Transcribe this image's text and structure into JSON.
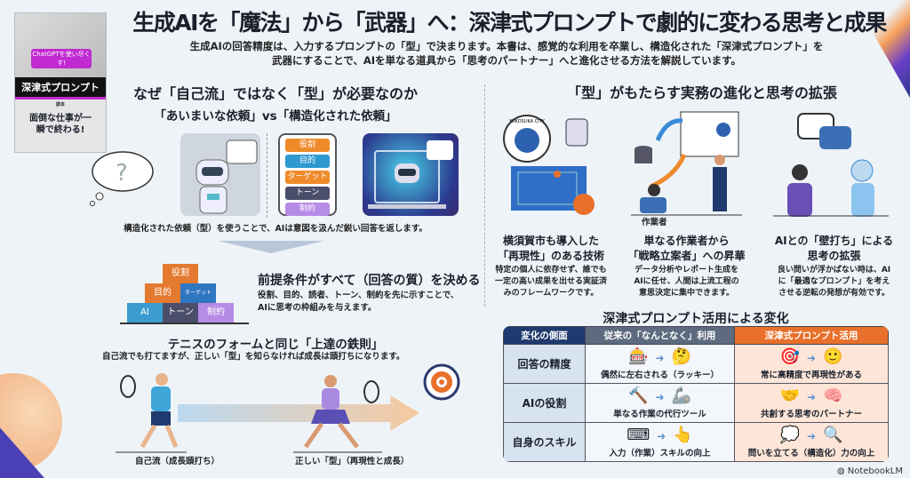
{
  "title": "生成AIを「魔法」から「武器」へ：深津式プロンプトで劇的に変わる思考と成果",
  "subtitle": [
    "生成AIの回答精度は、入力するプロンプトの「型」で決まります。本書は、感覚的な利用を卒業し、構造化された「深津式プロンプト」を",
    "武器にすることで、AIを単なる道具から「思考のパートナー」へと進化させる方法を解説しています。"
  ],
  "book": {
    "badge": "ChatGPTを使い尽くす!",
    "title": "深津式プロンプト",
    "subtitle": "読本",
    "tagline": "面倒な仕事が一瞬で終わる!"
  },
  "left": {
    "heading": "なぜ「自己流」ではなく「型」が必要なのか",
    "subheading": "「あいまいな依頼」vs「構造化された依頼」",
    "prompt_items": [
      "役割",
      "目的",
      "ターゲット",
      "トーン",
      "制約"
    ],
    "caption": "構造化された依頼（型）を使うことで、AIは意図を汲んだ鋭い回答を返します。",
    "pyramid": [
      "役割",
      "目的",
      "ターゲット",
      "AI",
      "トーン",
      "制約"
    ],
    "premise_title": "前提条件がすべて（回答の質）を決める",
    "premise_desc": [
      "役割、目的、読者、トーン、制約を先に示すことで、",
      "AIに思考の枠組みを与えます。"
    ],
    "tennis_title": "テニスのフォームと同じ「上達の鉄則」",
    "tennis_desc": "自己流でも打てますが、正しい「型」を知らなければ成長は頭打ちになります。",
    "tennis_left": "自己流（成長頭打ち）",
    "tennis_right": "正しい「型」（再現性と成長）"
  },
  "right": {
    "heading": "「型」がもたらす実務の進化と思考の拡張",
    "logo_text": "YOKOSUKA CITY",
    "worker_label": "作業者",
    "columns": [
      {
        "title": [
          "横須賀市も導入した",
          "「再現性」のある技術"
        ],
        "desc": [
          "特定の個人に依存せず、誰でも",
          "一定の高い成果を出せる実証済",
          "みのフレームワークです。"
        ]
      },
      {
        "title": [
          "単なる作業者から",
          "「戦略立案者」への昇華"
        ],
        "desc": [
          "データ分析やレポート生成を",
          "AIに任せ、人間は上流工程の",
          "意思決定に集中できます。"
        ]
      },
      {
        "title": [
          "AIとの「壁打ち」による",
          "思考の拡張"
        ],
        "desc": [
          "良い問いが浮かばない時は、AI",
          "に「最適なプロンプト」を考え",
          "させる逆転の発想が有効です。"
        ]
      }
    ]
  },
  "table": {
    "title": "深津式プロンプト活用による変化",
    "headers": [
      "変化の側面",
      "従来の「なんとなく」利用",
      "深津式プロンプト活用"
    ],
    "rows": [
      {
        "aspect": "回答の精度",
        "before": "偶然に左右される（ラッキー）",
        "after": "常に高精度で再現性がある"
      },
      {
        "aspect": "AIの役割",
        "before": "単なる作業の代行ツール",
        "after": "共創する思考のパートナー"
      },
      {
        "aspect": "自身のスキル",
        "before": "入力（作業）スキルの向上",
        "after": "問いを立てる（構造化）力の向上"
      }
    ],
    "header_colors": [
      "#1f3a6e",
      "#5d6a7f",
      "#e8702a"
    ]
  },
  "watermark": "NotebookLM"
}
